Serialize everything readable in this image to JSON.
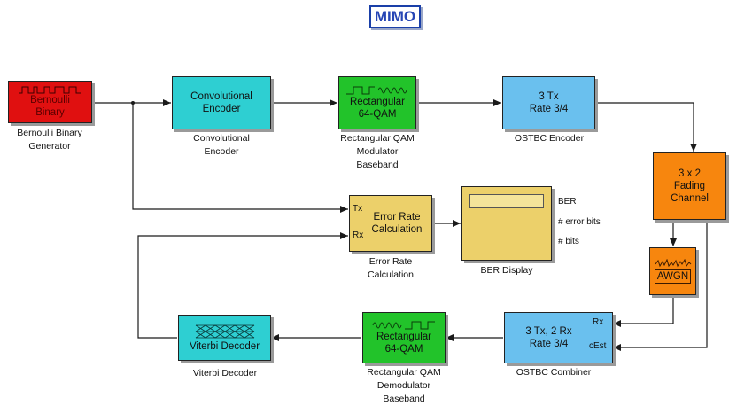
{
  "title": "MIMO",
  "colors": {
    "red": "#e01010",
    "cyan": "#2ecfd2",
    "green": "#22c32a",
    "lightblue": "#6ac0ee",
    "orange": "#f7860e",
    "tan": "#ecd06a",
    "wire": "#1a1a1a"
  },
  "blocks": {
    "bernoulli": {
      "text": [
        "Bernoulli",
        "Binary"
      ],
      "caption": [
        "Bernoulli Binary",
        "Generator"
      ],
      "icon": "pulse-train-icon"
    },
    "conv_encoder": {
      "text": [
        "Convolutional",
        "Encoder"
      ],
      "caption": [
        "Convolutional",
        "Encoder"
      ]
    },
    "qam_mod": {
      "text": [
        "Rectangular",
        "64-QAM"
      ],
      "caption": [
        "Rectangular QAM",
        "Modulator",
        "Baseband"
      ],
      "icon": "waveform-icon"
    },
    "ostbc_enc": {
      "text": [
        "3 Tx",
        "Rate 3/4"
      ],
      "caption": [
        "OSTBC Encoder"
      ]
    },
    "fading": {
      "text": [
        "3 x 2",
        "Fading",
        "Channel"
      ]
    },
    "awgn": {
      "text": [
        "AWGN"
      ],
      "icon": "noise-icon"
    },
    "error_rate": {
      "text": [
        "Error Rate",
        "Calculation"
      ],
      "caption": [
        "Error Rate",
        "Calculation"
      ],
      "ports": [
        "Tx",
        "Rx"
      ]
    },
    "ber_display": {
      "caption": [
        "BER Display"
      ],
      "outputs": [
        "BER",
        "# error bits",
        "# bits"
      ]
    },
    "ostbc_comb": {
      "text": [
        "3 Tx, 2 Rx",
        "Rate 3/4"
      ],
      "caption": [
        "OSTBC Combiner"
      ],
      "ports": [
        "Rx",
        "cEst"
      ]
    },
    "qam_demod": {
      "text": [
        "Rectangular",
        "64-QAM"
      ],
      "caption": [
        "Rectangular QAM",
        "Demodulator",
        "Baseband"
      ],
      "icon": "waveform-icon"
    },
    "viterbi": {
      "text": [
        "Viterbi Decoder"
      ],
      "caption": [
        "Viterbi Decoder"
      ],
      "icon": "trellis-icon"
    }
  }
}
